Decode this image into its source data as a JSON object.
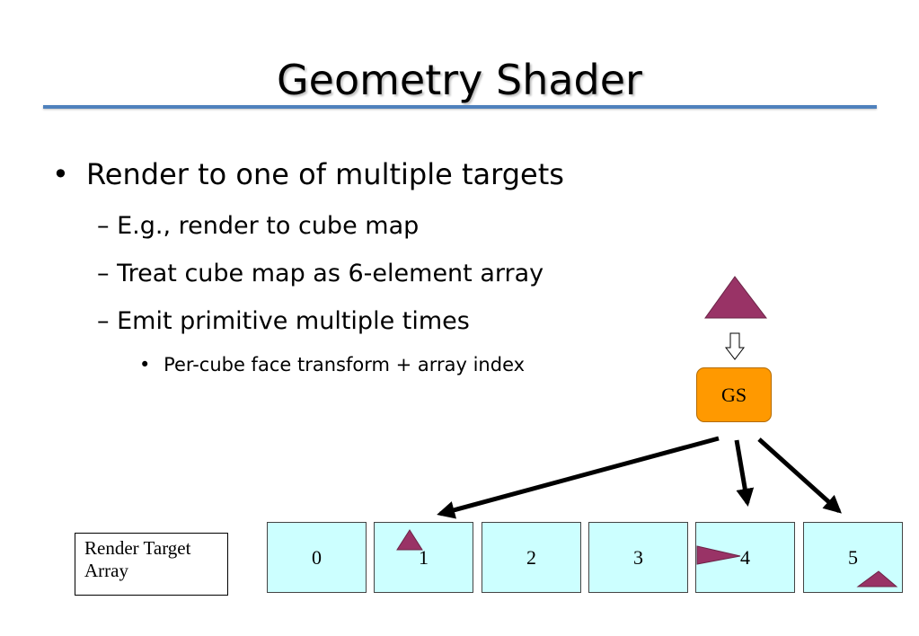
{
  "slide": {
    "title": "Geometry Shader",
    "bullet_main": "Render to one of multiple targets",
    "sub_bullets": [
      "E.g., render to cube map",
      "Treat cube map as 6-element array",
      "Emit primitive multiple times"
    ],
    "sub_sub_bullet": "Per-cube face transform + array index",
    "bullet_symbol": "•",
    "dash_symbol": "–"
  },
  "diagram": {
    "gs_label": "GS",
    "array_label_line1": "Render Target",
    "array_label_line2": "Array",
    "cells": [
      "0",
      "1",
      "2",
      "3",
      "4",
      "5"
    ],
    "colors": {
      "accent_rule": "#4f81bd",
      "triangle": "#993366",
      "gs_box": "#ff9900",
      "cell_fill": "#ccffff"
    }
  }
}
